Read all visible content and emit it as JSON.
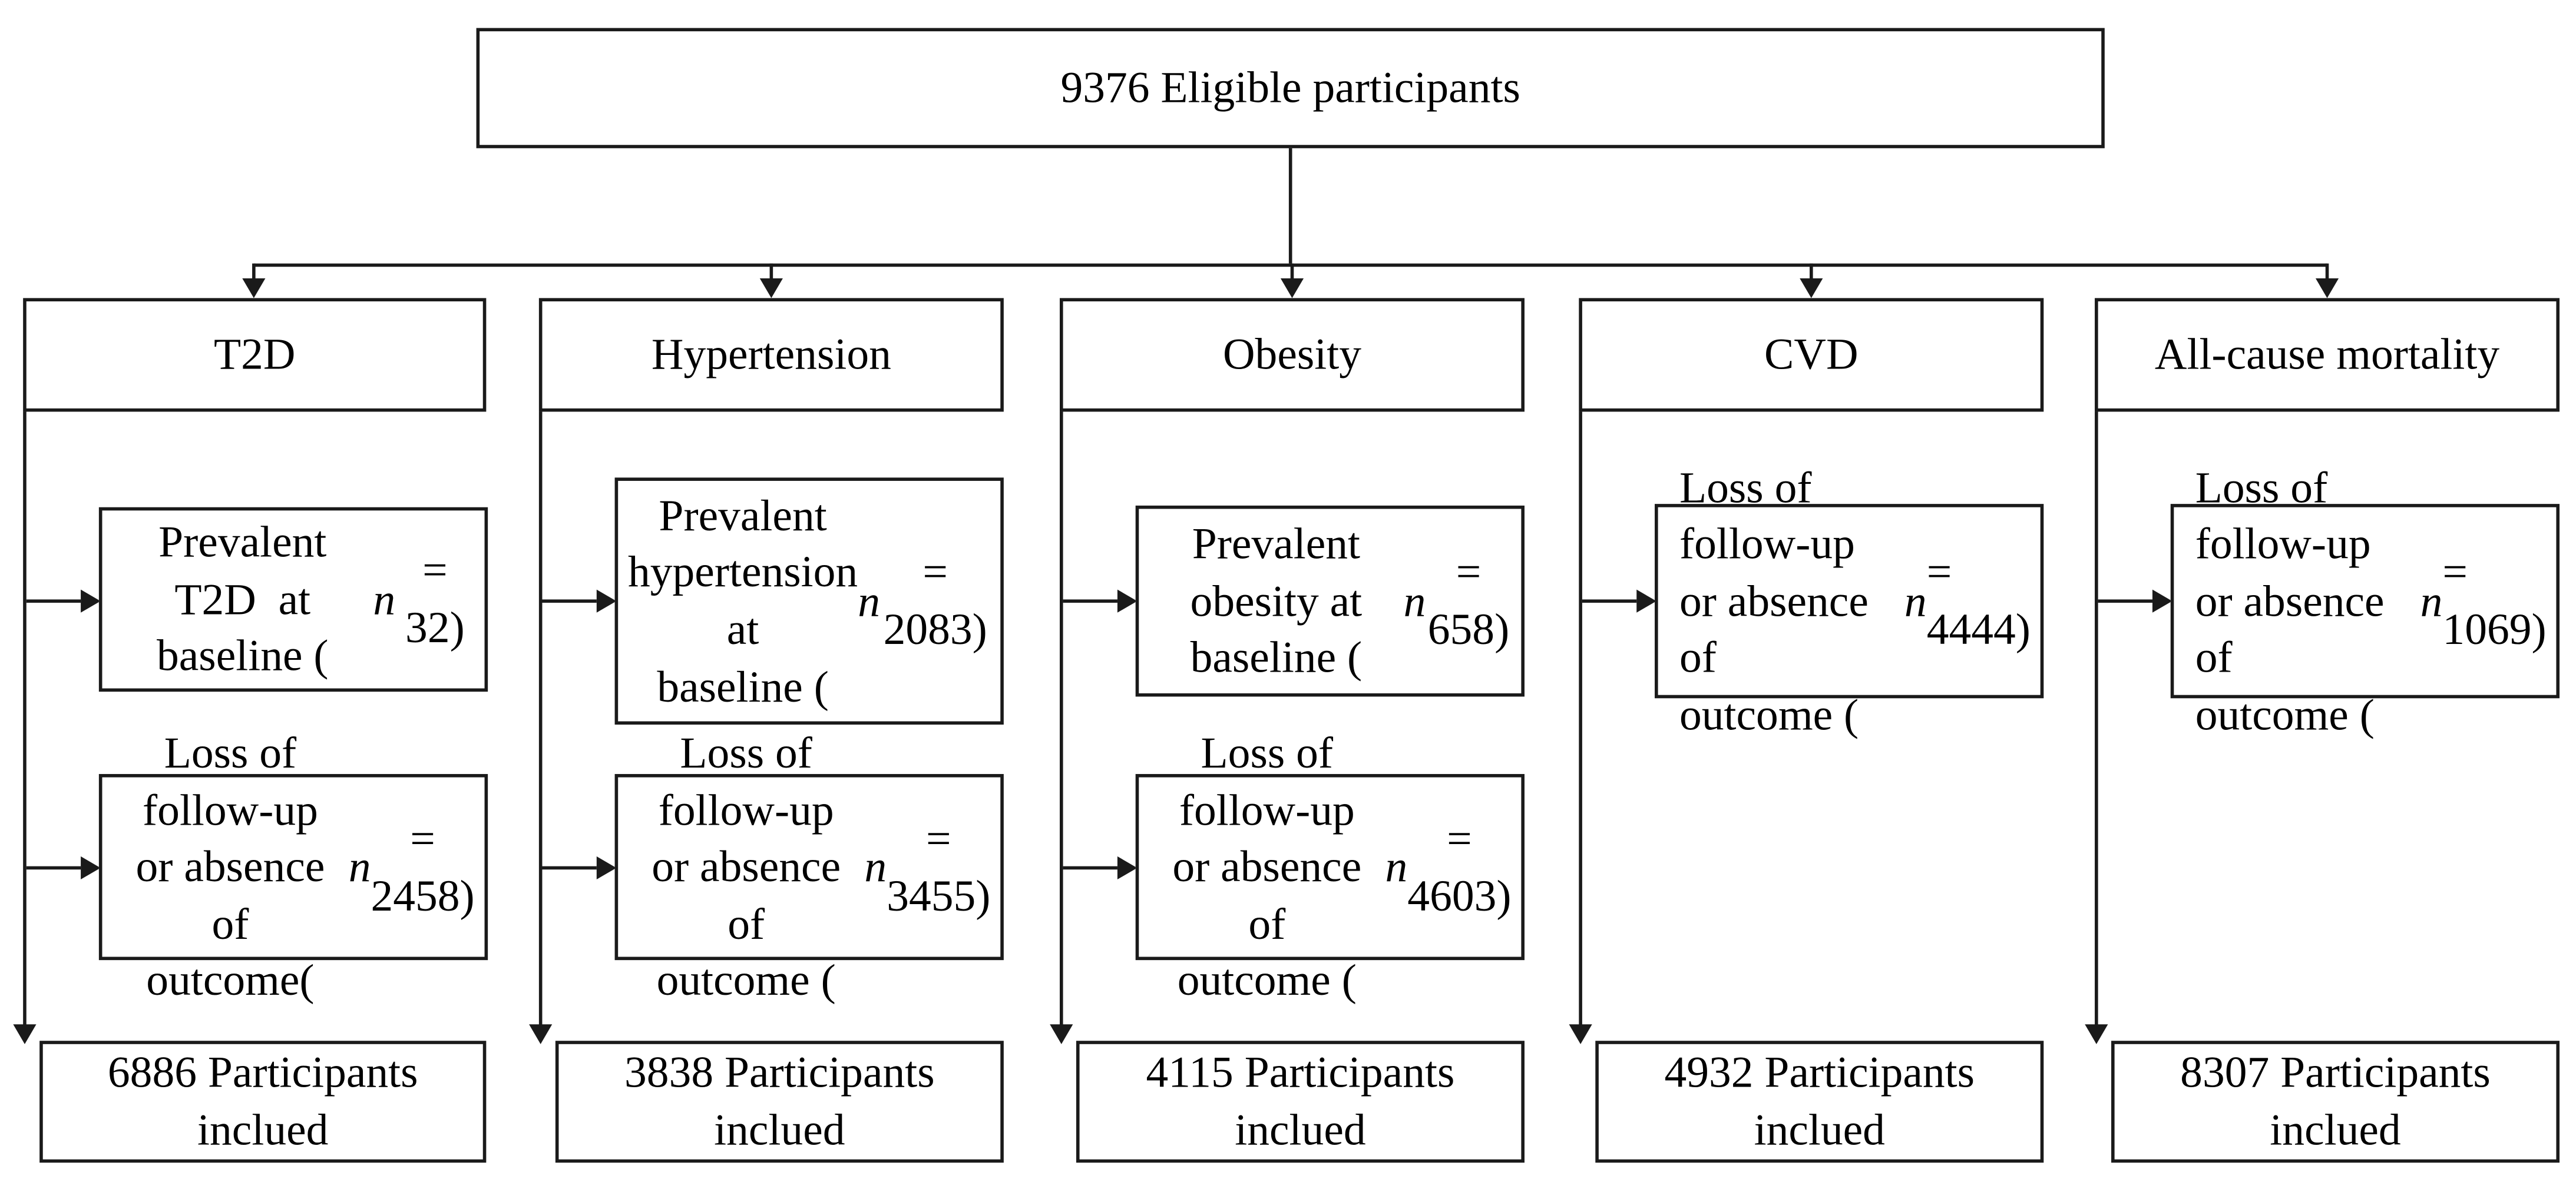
{
  "diagram": {
    "eligible_box": {
      "text": "9376 Eligible participants"
    },
    "columns": [
      {
        "header": "T2D",
        "exclusions": [
          {
            "pre": "Prevalent T2D  at\nbaseline (",
            "n": "n",
            "post": " = 32)"
          },
          {
            "pre": "Loss of follow-up\nor absence of\noutcome(",
            "n": "n",
            "post": " = 2458)"
          }
        ],
        "result": "6886 Participants\ninclued"
      },
      {
        "header": "Hypertension",
        "exclusions": [
          {
            "pre": "Prevalent\nhypertension at\nbaseline (",
            "n": "n",
            "post": " = 2083)"
          },
          {
            "pre": "Loss of follow-up\nor absence of\noutcome (",
            "n": "n",
            "post": " = 3455)"
          }
        ],
        "result": "3838 Participants\ninclued"
      },
      {
        "header": "Obesity",
        "exclusions": [
          {
            "pre": "Prevalent obesity at\nbaseline (",
            "n": "n",
            "post": " = 658)"
          },
          {
            "pre": "Loss of follow-up\nor absence of\noutcome (",
            "n": "n",
            "post": " = 4603)"
          }
        ],
        "result": "4115 Participants\ninclued"
      },
      {
        "header": "CVD",
        "exclusions": [
          {
            "pre": "Loss of follow-up\nor absence of\noutcome (",
            "n": "n",
            "post": " = 4444)"
          }
        ],
        "result": "4932 Participants\ninclued"
      },
      {
        "header": "All-cause mortality",
        "exclusions": [
          {
            "pre": "Loss of follow-up\nor absence of\noutcome (",
            "n": "n",
            "post": " = 1069)"
          }
        ],
        "result": "8307 Participants\ninclued"
      }
    ],
    "colors": {
      "line": "#1a1a1a",
      "text": "#000000",
      "background": "#ffffff"
    }
  }
}
